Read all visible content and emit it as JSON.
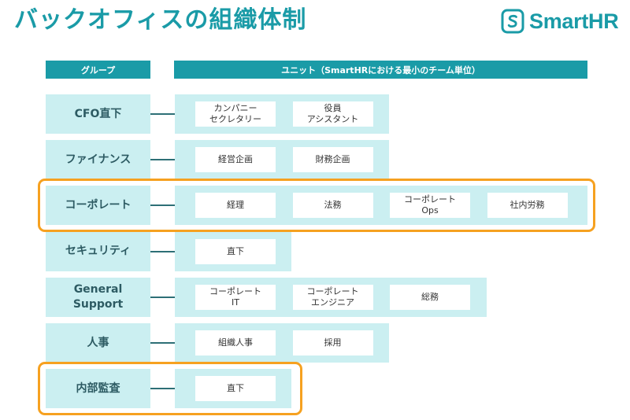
{
  "title": "バックオフィスの組織体制",
  "logo": {
    "text": "SmartHR",
    "icon": "smarthr-logo-icon"
  },
  "headers": {
    "group": "グループ",
    "unit": "ユニット（SmartHRにおける最小のチーム単位）"
  },
  "colors": {
    "teal": "#1a9ba7",
    "light_teal": "#cbeff1",
    "highlight": "#f6a120",
    "group_text": "#2d5b63"
  },
  "rows": [
    {
      "group": "CFO直下",
      "units": [
        "カンパニー\nセクレタリー",
        "役員\nアシスタント"
      ],
      "highlighted": false
    },
    {
      "group": "ファイナンス",
      "units": [
        "経営企画",
        "財務企画"
      ],
      "highlighted": false
    },
    {
      "group": "コーポレート",
      "units": [
        "経理",
        "法務",
        "コーポレート\nOps",
        "社内労務"
      ],
      "highlighted": true
    },
    {
      "group": "セキュリティ",
      "units": [
        "直下"
      ],
      "highlighted": false
    },
    {
      "group": "General\nSupport",
      "units": [
        "コーポレート\nIT",
        "コーポレート\nエンジニア",
        "総務"
      ],
      "highlighted": false
    },
    {
      "group": "人事",
      "units": [
        "組織人事",
        "採用"
      ],
      "highlighted": false
    },
    {
      "group": "内部監査",
      "units": [
        "直下"
      ],
      "highlighted": true
    }
  ]
}
